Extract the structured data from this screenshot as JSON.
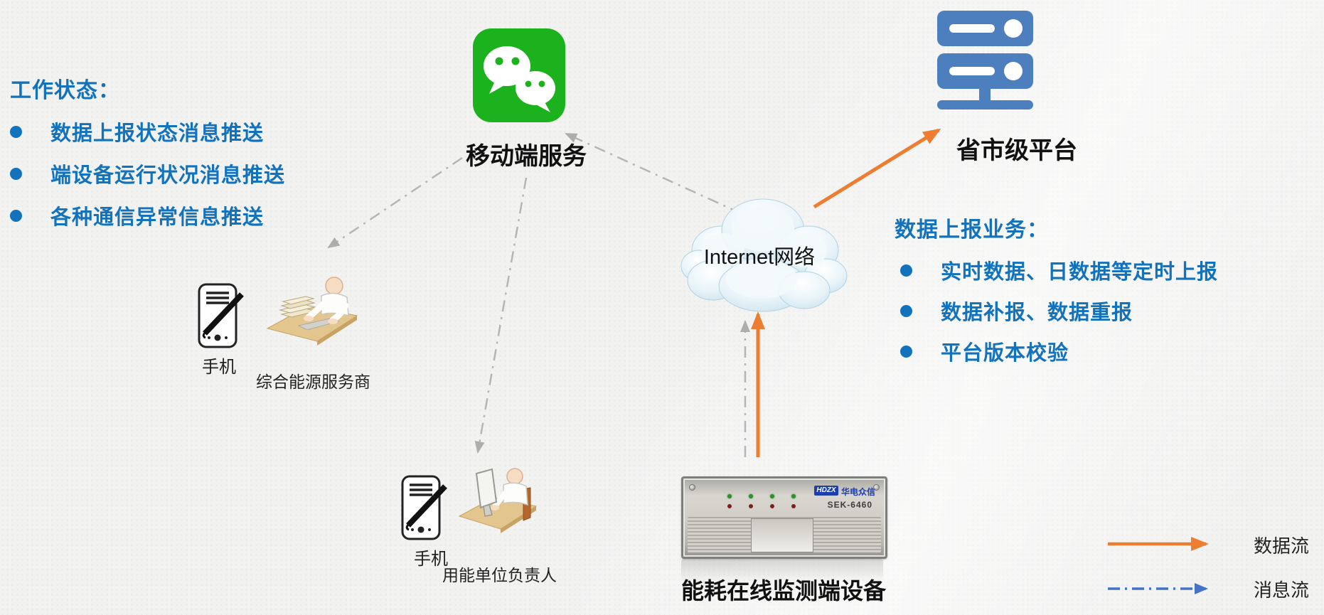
{
  "work_status": {
    "title": "工作状态：",
    "items": [
      "数据上报状态消息推送",
      "端设备运行状况消息推送",
      "各种通信异常信息推送"
    ]
  },
  "report_business": {
    "title": "数据上报业务：",
    "items": [
      "实时数据、日数据等定时上报",
      "数据补报、数据重报",
      "平台版本校验"
    ]
  },
  "nodes": {
    "mobile_service": {
      "label": "移动端服务",
      "icon": "wechat-icon"
    },
    "platform": {
      "label": "省市级平台",
      "icon": "server-icon"
    },
    "internet": {
      "label": "Internet网络",
      "icon": "cloud-icon"
    },
    "device": {
      "label": "能耗在线监测端设备",
      "logo": "HDZX",
      "brand": "华电众信",
      "model": "SEK-6460"
    },
    "phone_esp": {
      "label": "手机"
    },
    "esp_person": {
      "label": "综合能源服务商"
    },
    "phone_user": {
      "label": "手机"
    },
    "user_person": {
      "label": "用能单位负责人"
    }
  },
  "legend": {
    "data_flow": {
      "label": "数据流",
      "color": "#ED7D31",
      "style": "solid"
    },
    "message_flow": {
      "label": "消息流",
      "color": "#4472C4",
      "style": "dash-dot"
    }
  },
  "colors": {
    "accent_blue_text": "#1272BC",
    "orange_data_flow": "#ED7D31",
    "legend_blue": "#4472C4",
    "gray_message_arrow": "#ADADAD",
    "wechat_green": "#1CB21D",
    "server_blue": "#4D7EBE"
  }
}
